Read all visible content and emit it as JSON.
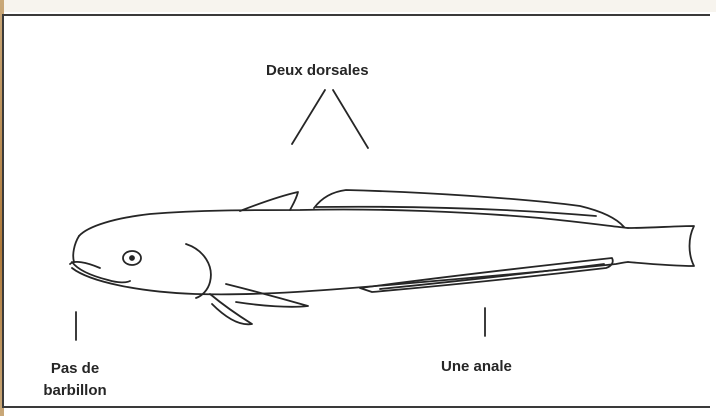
{
  "labels": {
    "dorsal_fins": "Deux dorsales",
    "no_barbel_line1": "Pas de",
    "no_barbel_line2": "barbillon",
    "anal_fin": "Une anale"
  },
  "colors": {
    "ink": "#262626",
    "paper": "#ffffff",
    "frame": "#3a3a3a"
  }
}
